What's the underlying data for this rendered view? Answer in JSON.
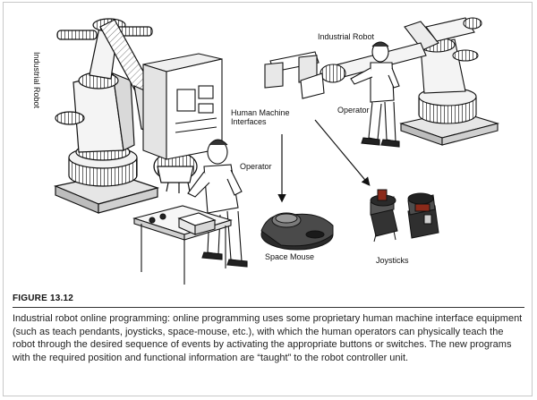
{
  "figure": {
    "labels": {
      "robot_left": "Industrial Robot",
      "robot_right": "Industrial Robot",
      "hmi": "Human Machine Interfaces",
      "operator_left": "Operator",
      "operator_right": "Operator",
      "space_mouse": "Space Mouse",
      "joysticks": "Joysticks"
    }
  },
  "caption": {
    "title": "FIGURE 13.12",
    "text": "Industrial robot online programming: online programming uses some proprietary human  machine interface equipment (such as teach pendants, joysticks, space-mouse, etc.), with which the human operators can physically teach the robot through the desired sequence of events by activating the appropriate buttons or switches. The new programs with the required position and functional information are “taught” to the robot controller unit."
  }
}
